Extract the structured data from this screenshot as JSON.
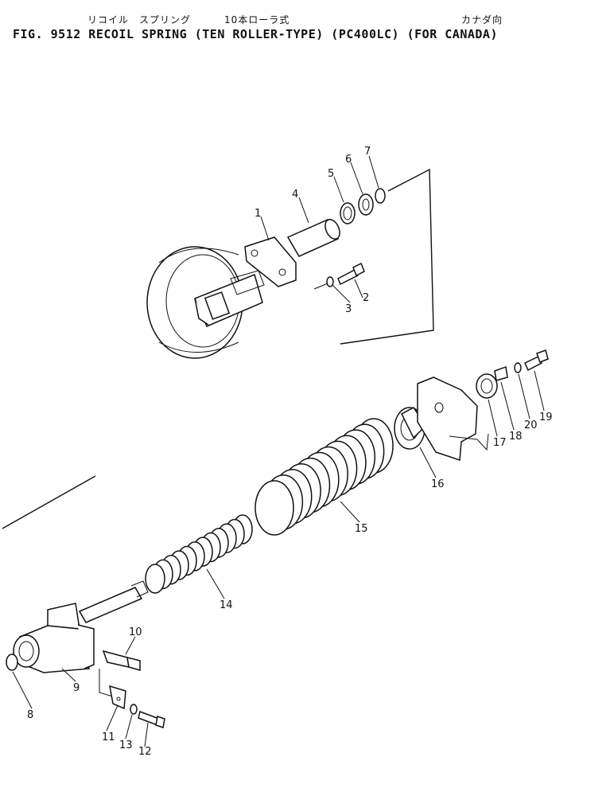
{
  "header": {
    "jp_recoil": "リコイル　スプリング",
    "jp_roller": "10本ローラ式",
    "jp_canada": "カナダ向",
    "title": "FIG. 9512  RECOIL SPRING (TEN ROLLER-TYPE) (PC400LC) (FOR CANADA)"
  },
  "callouts": [
    "1",
    "2",
    "3",
    "4",
    "5",
    "6",
    "7",
    "8",
    "9",
    "10",
    "11",
    "12",
    "13",
    "14",
    "15",
    "16",
    "17",
    "18",
    "19",
    "20"
  ]
}
